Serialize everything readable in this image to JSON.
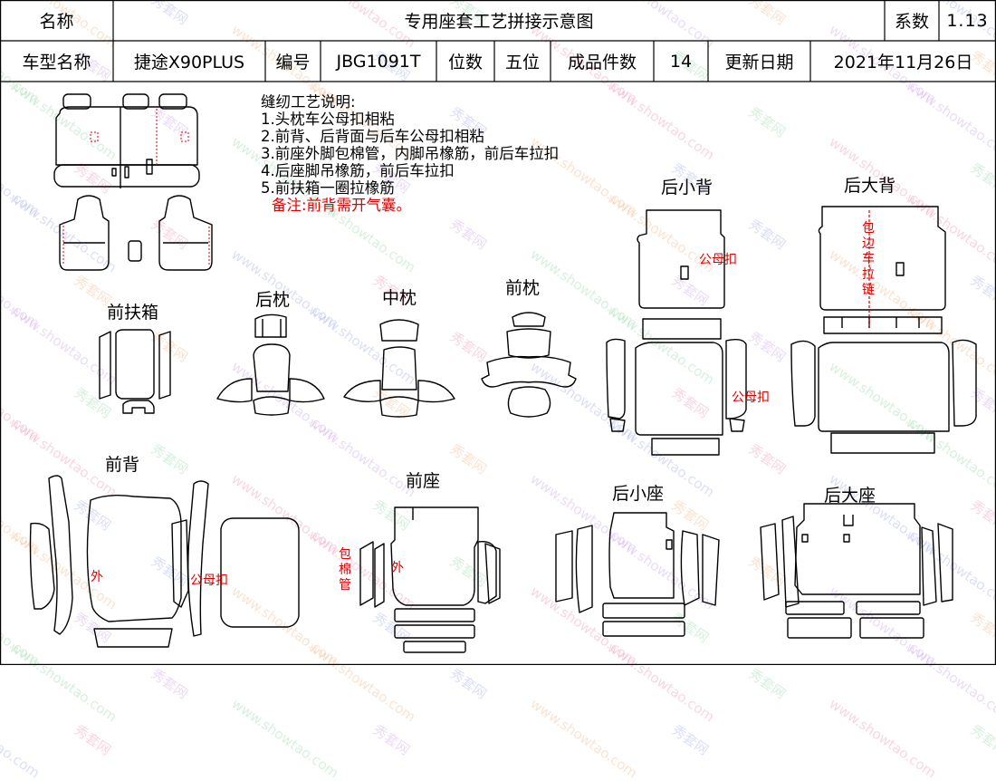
{
  "header": {
    "name_label": "名称",
    "title": "专用座套工艺拼接示意图",
    "coef_label": "系数",
    "coef_value": "1.13",
    "model_label": "车型名称",
    "model_value": "捷途X90PLUS",
    "code_label": "编号",
    "code_value": "JBG1091T",
    "seat_label": "位数",
    "seat_value": "五位",
    "pieces_label": "成品件数",
    "pieces_value": "14",
    "date_label": "更新日期",
    "date_value": "2021年11月26日"
  },
  "notes": {
    "heading": "缝纫工艺说明:",
    "items": [
      "1.头枕车公母扣相粘",
      "2.前背、后背面与后车公母扣相粘",
      "3.前座外脚包棉管，内脚吊橡筋，前后车拉扣",
      "4.后座脚吊橡筋，前后车拉扣",
      "5.前扶箱一圈拉橡筋"
    ],
    "remark": "备注:前背需开气囊。"
  },
  "labels": {
    "front_armrest": "前扶箱",
    "rear_headrest": "后枕",
    "middle_headrest": "中枕",
    "front_headrest": "前枕",
    "rear_small_back": "后小背",
    "rear_large_back": "后大背",
    "front_back": "前背",
    "front_seat": "前座",
    "rear_small_seat": "后小座",
    "rear_large_seat": "后大座"
  },
  "annotations": {
    "snap_1": "公母扣",
    "snap_2": "公母扣",
    "snap_3": "公母扣",
    "outer_1": "外",
    "outer_2": "外",
    "wrap_zip": "包边车拉链",
    "wrap_cotton": "包棉管"
  },
  "watermark": {
    "cn": "秀套网",
    "url": "www.showtao.com",
    "colors": [
      "#9aa6e8",
      "#f08ab4",
      "#8fd6a0",
      "#c79be8",
      "#f1b27a"
    ]
  }
}
